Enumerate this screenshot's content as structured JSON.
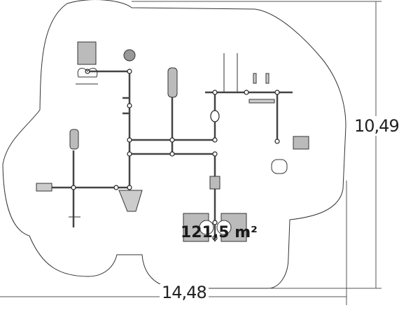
{
  "drawing": {
    "area_label": "121,5 m²",
    "width_label": "14,48",
    "height_label": "10,49",
    "line_color": "#333333",
    "fill_color": "#b0b0b0"
  }
}
